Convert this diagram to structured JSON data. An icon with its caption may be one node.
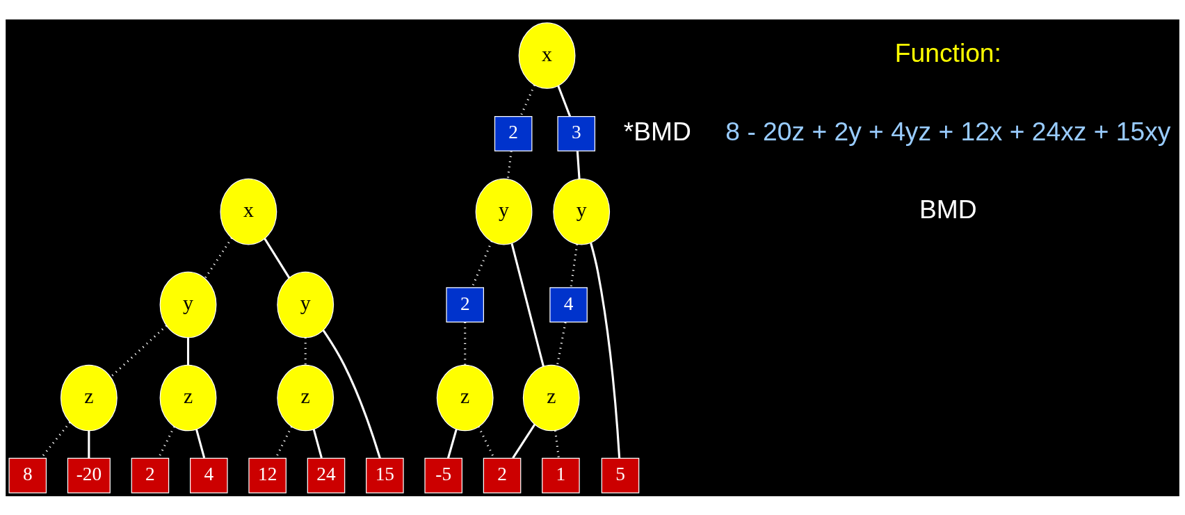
{
  "diagram": {
    "nodes": [
      {
        "text": [
          "x"
        ]
      },
      {
        "text": [
          "y"
        ]
      },
      {
        "text": [
          "y"
        ]
      },
      {
        "text": [
          "z"
        ]
      },
      {
        "text": [
          "z"
        ]
      },
      {
        "text": [
          "z"
        ]
      },
      {
        "text": [
          "8"
        ]
      },
      {
        "text": [
          "-20"
        ]
      },
      {
        "text": [
          "2"
        ]
      },
      {
        "text": [
          "4"
        ]
      },
      {
        "text": [
          "12"
        ]
      },
      {
        "text": [
          "24"
        ]
      },
      {
        "text": [
          "15"
        ]
      },
      {
        "text": [
          "x"
        ]
      },
      {
        "text": [
          "2"
        ]
      },
      {
        "text": [
          "3"
        ]
      },
      {
        "text": [
          "y"
        ]
      },
      {
        "text": [
          "y"
        ]
      },
      {
        "text": [
          "2"
        ]
      },
      {
        "text": [
          "4"
        ]
      },
      {
        "text": [
          "z"
        ]
      },
      {
        "text": [
          "z"
        ]
      },
      {
        "text": [
          "-5"
        ]
      },
      {
        "text": [
          "2"
        ]
      },
      {
        "text": [
          "1"
        ]
      },
      {
        "text": [
          "5"
        ]
      }
    ],
    "edges": [
      {
        "from": 0,
        "to": 1,
        "arrow": "none",
        "style": "dashed"
      },
      {
        "from": 0,
        "to": 2,
        "arrow": "none"
      },
      {
        "from": 1,
        "to": 3,
        "arrow": "none",
        "style": "dashed"
      },
      {
        "from": 1,
        "to": 4,
        "arrow": "none"
      },
      {
        "from": 3,
        "to": 6,
        "arrow": "none",
        "style": "dashed"
      },
      {
        "from": 3,
        "to": 7,
        "arrow": "none"
      },
      {
        "from": 4,
        "to": 8,
        "arrow": "none",
        "style": "dashed"
      },
      {
        "from": 4,
        "to": 9,
        "arrow": "none"
      },
      {
        "from": 2,
        "to": 5,
        "arrow": "none",
        "style": "dashed"
      },
      {
        "from": 2,
        "to": 12,
        "arrow": "none"
      },
      {
        "from": 5,
        "to": 10,
        "arrow": "none",
        "style": "dashed"
      },
      {
        "from": 5,
        "to": 11,
        "arrow": "none"
      },
      {
        "from": 13,
        "to": 14,
        "arrow": "none",
        "style": "dashed"
      },
      {
        "from": 13,
        "to": 15,
        "arrow": "none"
      },
      {
        "from": 14,
        "to": 16,
        "arrow": "none",
        "style": "dashed"
      },
      {
        "from": 15,
        "to": 17,
        "arrow": "none"
      },
      {
        "from": 16,
        "to": 18,
        "arrow": "none",
        "style": "dashed"
      },
      {
        "from": 18,
        "to": 20,
        "arrow": "none",
        "style": "dashed"
      },
      {
        "from": 16,
        "to": 21,
        "arrow": "none"
      },
      {
        "from": 17,
        "to": 19,
        "arrow": "none",
        "style": "dashed"
      },
      {
        "from": 19,
        "to": 21,
        "arrow": "none",
        "style": "dashed"
      },
      {
        "from": 17,
        "to": 25,
        "arrow": "none"
      },
      {
        "from": 20,
        "to": 22,
        "arrow": "none"
      },
      {
        "from": 20,
        "to": 23,
        "arrow": "none",
        "style": "dashed"
      },
      {
        "from": 21,
        "to": 23,
        "arrow": "none"
      },
      {
        "from": 21,
        "to": 24,
        "arrow": "none",
        "style": "dashed"
      }
    ],
    "labels": [
      "Function:",
      "8 - 20z + 2y + 4yz + 12x + 24xz + 15xy",
      "BMD",
      "*BMD"
    ]
  }
}
